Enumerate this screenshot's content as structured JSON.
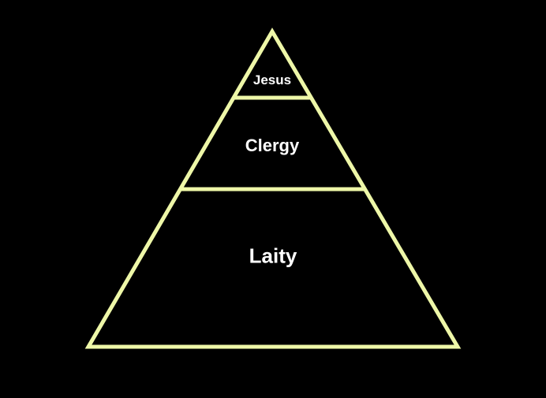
{
  "colors": {
    "stroke": "#eef7a8",
    "background": "#000000",
    "text": "#ffffff"
  },
  "pyramid": {
    "levels": [
      {
        "label": "Jesus"
      },
      {
        "label": "Clergy"
      },
      {
        "label": "Laity"
      }
    ]
  }
}
